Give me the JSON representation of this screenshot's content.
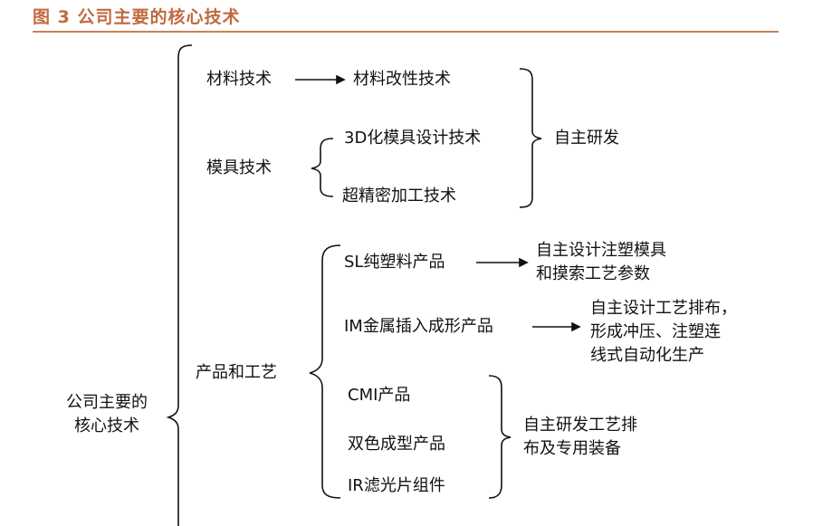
{
  "figure_title": "图 3 公司主要的核心技术",
  "colors": {
    "title": "#c06a40",
    "rule": "#c8825a",
    "line": "#111111"
  },
  "root": [
    "公司主要的",
    "核心技术"
  ],
  "branches": {
    "materials": {
      "label": "材料技术",
      "children": [
        "材料改性技术"
      ]
    },
    "mold": {
      "label": "模具技术",
      "children": [
        "3D化模具设计技术",
        "超精密加工技术"
      ]
    },
    "products": {
      "label": "产品和工艺",
      "children": [
        "SL纯塑料产品",
        "IM金属插入成形产品",
        "CMI产品",
        "双色成型产品",
        "IR滤光片组件"
      ]
    }
  },
  "outcomes": {
    "self_rd": "自主研发",
    "sl": [
      "自主设计注塑模具",
      "和摸索工艺参数"
    ],
    "im": [
      "自主设计工艺排布，",
      "形成冲压、注塑连",
      "线式自动化生产"
    ],
    "group": [
      "自主研发工艺排",
      "布及专用装备"
    ]
  }
}
